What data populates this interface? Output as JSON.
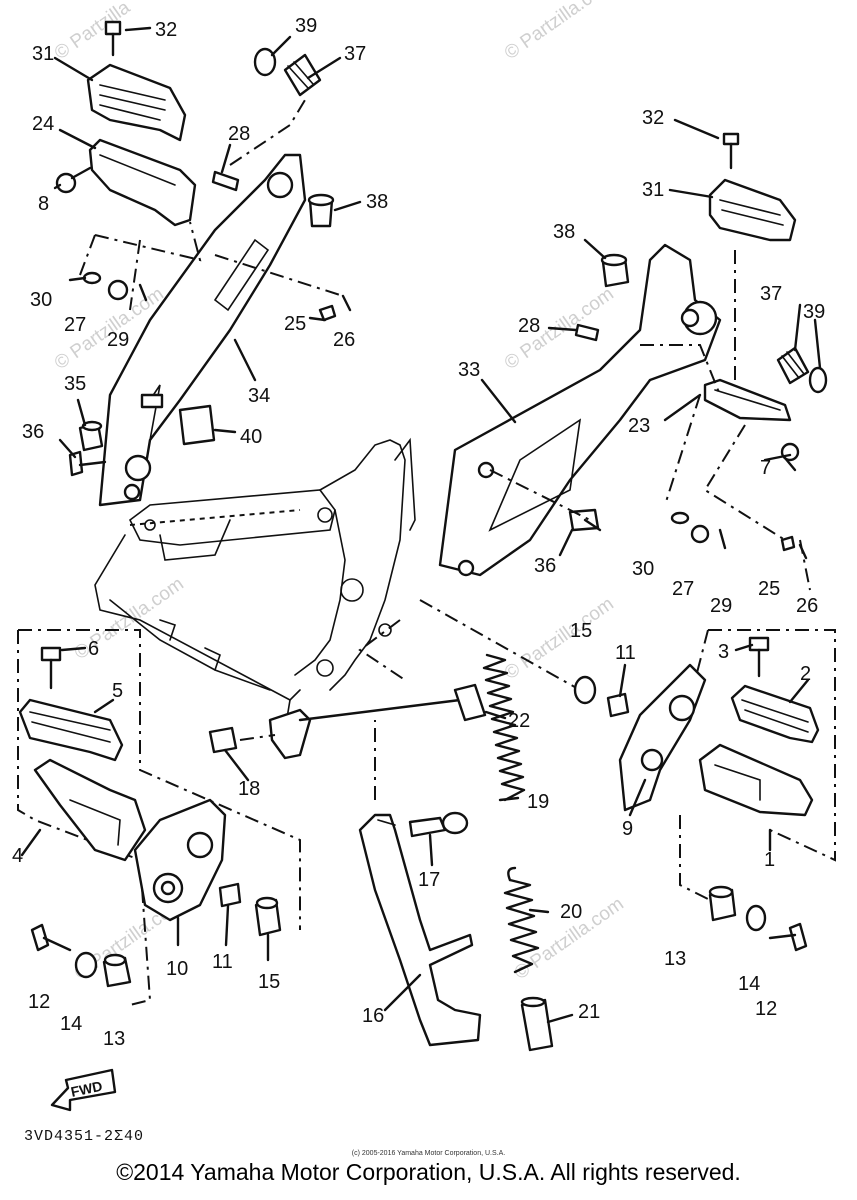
{
  "callouts": [
    "32",
    "31",
    "24",
    "8",
    "30",
    "27",
    "29",
    "35",
    "36",
    "28",
    "39",
    "37",
    "38",
    "25",
    "26",
    "34",
    "40",
    "32",
    "31",
    "38",
    "37",
    "39",
    "28",
    "33",
    "23",
    "7",
    "36",
    "30",
    "27",
    "29",
    "25",
    "26",
    "6",
    "5",
    "4",
    "10",
    "11",
    "15",
    "12",
    "14",
    "13",
    "18",
    "22",
    "19",
    "17",
    "16",
    "20",
    "21",
    "15",
    "11",
    "3",
    "2",
    "9",
    "1",
    "13",
    "14",
    "12"
  ],
  "watermarks": [
    "© Partzilla",
    "© Partzilla.com",
    "© Partzilla.com",
    "© Partzilla.com",
    "© Partzilla.com",
    "© Partzilla.com",
    "© Partzilla.com",
    "© Partzilla.com"
  ],
  "fwd_label": "FWD",
  "diagram_code": "3VD4351-2Σ40",
  "small_copyright": "(c) 2005-2016 Yamaha Motor Corporation, U.S.A.",
  "copyright": "©2014 Yamaha Motor Corporation, U.S.A. All rights reserved."
}
